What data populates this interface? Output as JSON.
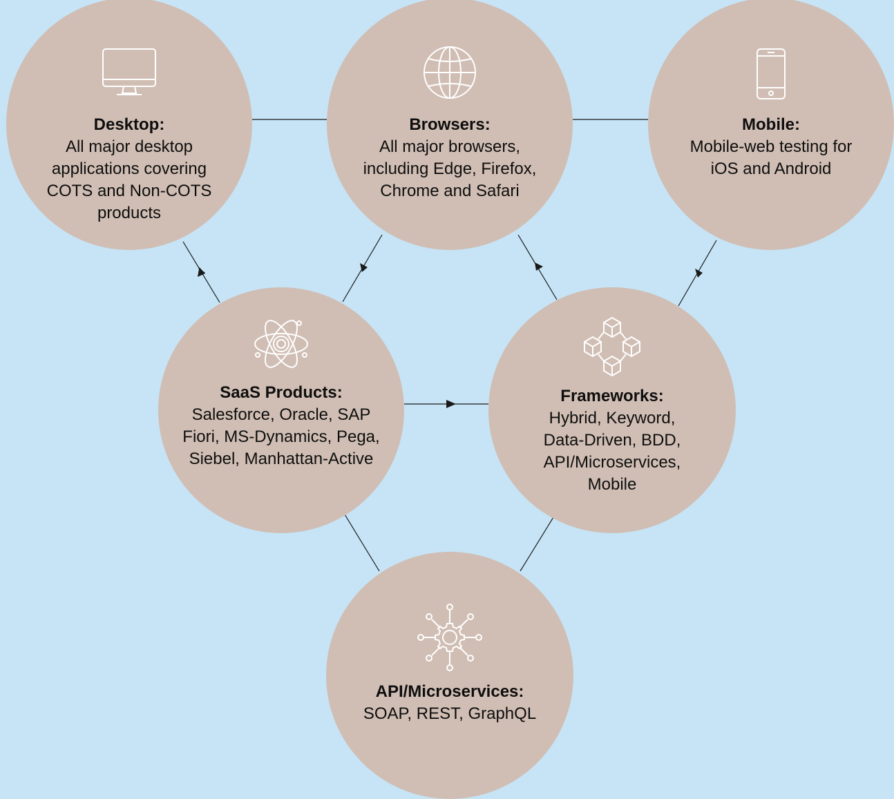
{
  "nodes": {
    "desktop": {
      "title": "Desktop:",
      "description": "All major desktop\napplications covering\nCOTS and Non-COTS\nproducts",
      "icon": "desktop-monitor-icon"
    },
    "browsers": {
      "title": "Browsers:",
      "description": "All major browsers,\nincluding Edge, Firefox,\nChrome and Safari",
      "icon": "globe-icon"
    },
    "mobile": {
      "title": "Mobile:",
      "description": "Mobile-web testing for\niOS and Android",
      "icon": "smartphone-icon"
    },
    "saas": {
      "title": "SaaS Products:",
      "description": "Salesforce, Oracle, SAP\nFiori, MS-Dynamics, Pega,\nSiebel, Manhattan-Active",
      "icon": "atom-icon"
    },
    "frameworks": {
      "title": "Frameworks:",
      "description": "Hybrid, Keyword,\nData-Driven, BDD,\nAPI/Microservices,\nMobile",
      "icon": "connected-cubes-icon"
    },
    "api": {
      "title": "API/Microservices:",
      "description": "SOAP, REST, GraphQL",
      "icon": "gear-network-icon"
    }
  },
  "edges": [
    {
      "from": "desktop",
      "to": "browsers",
      "arrow": "none"
    },
    {
      "from": "browsers",
      "to": "mobile",
      "arrow": "none"
    },
    {
      "from": "saas",
      "to": "desktop",
      "arrow": "toward-desktop"
    },
    {
      "from": "browsers",
      "to": "saas",
      "arrow": "toward-saas"
    },
    {
      "from": "frameworks",
      "to": "browsers",
      "arrow": "toward-browsers"
    },
    {
      "from": "mobile",
      "to": "frameworks",
      "arrow": "toward-frameworks"
    },
    {
      "from": "saas",
      "to": "frameworks",
      "arrow": "toward-frameworks"
    },
    {
      "from": "saas",
      "to": "api",
      "arrow": "none"
    },
    {
      "from": "frameworks",
      "to": "api",
      "arrow": "none"
    }
  ],
  "colors": {
    "background": "#c6e4f6",
    "node_fill": "#d0beb4",
    "line": "#1a1a1a",
    "icon_stroke": "#ffffff",
    "text": "#0e0e0e"
  }
}
